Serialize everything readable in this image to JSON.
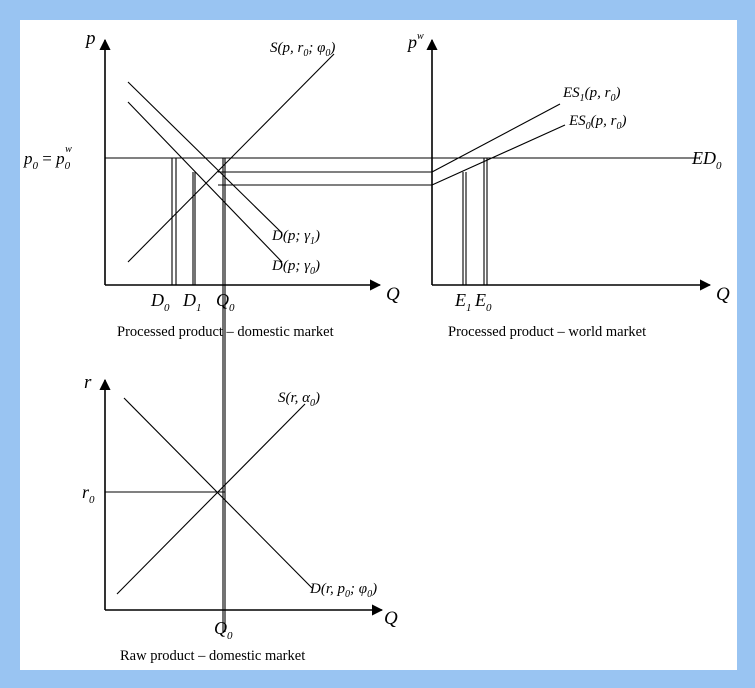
{
  "panels": {
    "domestic": {
      "caption": "Processed product – domestic market",
      "axis_y": "p",
      "axis_x": "Q",
      "supply": {
        "base": "S",
        "args": "(p, r",
        "sub": "0",
        "mid": "; φ",
        "sub2": "0",
        "end": ")"
      },
      "demand1": {
        "base": "D",
        "args": "(p; γ",
        "sub": "1",
        "end": ")"
      },
      "demand0": {
        "base": "D",
        "args": "(p; γ",
        "sub": "0",
        "end": ")"
      },
      "price_label": {
        "lhs": "p",
        "lhs_sub": "0",
        "eq": " = ",
        "rhs": "p",
        "rhs_sub": "0",
        "rhs_sup": "w"
      },
      "x_ticks": [
        {
          "base": "D",
          "sub": "0"
        },
        {
          "base": "D",
          "sub": "1"
        },
        {
          "base": "Q",
          "sub": "0"
        }
      ]
    },
    "world": {
      "caption": "Processed product – world market",
      "axis_y": {
        "base": "p",
        "sup": "w"
      },
      "axis_x": "Q",
      "es1": {
        "base": "ES",
        "sub": "1",
        "args": "(p, r",
        "sub2": "0",
        "end": ")"
      },
      "es0": {
        "base": "ES",
        "sub": "0",
        "args": "(p, r",
        "sub2": "0",
        "end": ")"
      },
      "ed": {
        "base": "ED",
        "sub": "0"
      },
      "x_ticks": [
        {
          "base": "E",
          "sub": "1"
        },
        {
          "base": "E",
          "sub": "0"
        }
      ]
    },
    "raw": {
      "caption": "Raw product – domestic market",
      "axis_y": "r",
      "axis_x": "Q",
      "price_label": {
        "base": "r",
        "sub": "0"
      },
      "supply": {
        "base": "S",
        "args": "(r, α",
        "sub": "0",
        "end": ")"
      },
      "demand": {
        "base": "D",
        "args": "(r, p",
        "sub": "0",
        "mid": "; φ",
        "sub2": "0",
        "end": ")"
      },
      "x_tick": {
        "base": "Q",
        "sub": "0"
      }
    }
  }
}
